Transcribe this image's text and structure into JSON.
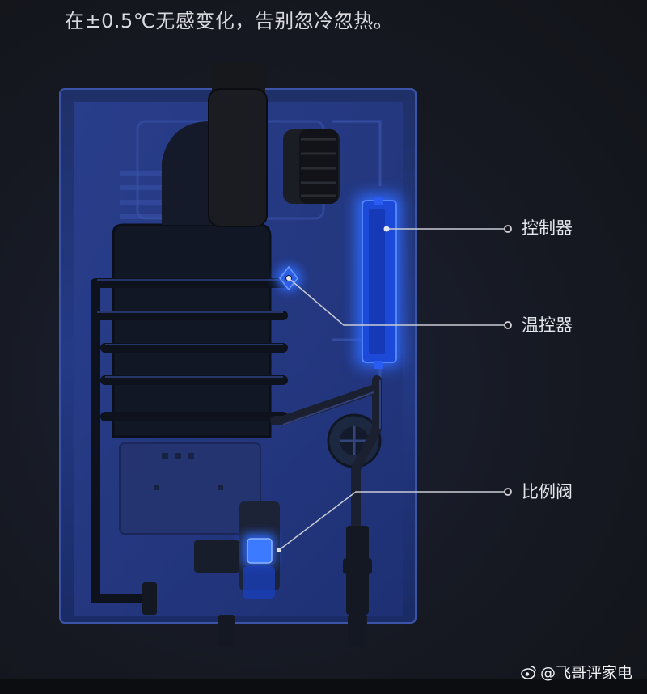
{
  "headline": "在±0.5℃无感变化，告别忽冷忽热。",
  "callouts": {
    "controller": "控制器",
    "thermostat": "温控器",
    "proportional_valve": "比例阀"
  },
  "watermark": {
    "text": "@飞哥评家电",
    "icon": "weibo-icon"
  },
  "colors": {
    "background": "#15171d",
    "glow": "#2f6bff",
    "line": "#c9ccd4"
  }
}
